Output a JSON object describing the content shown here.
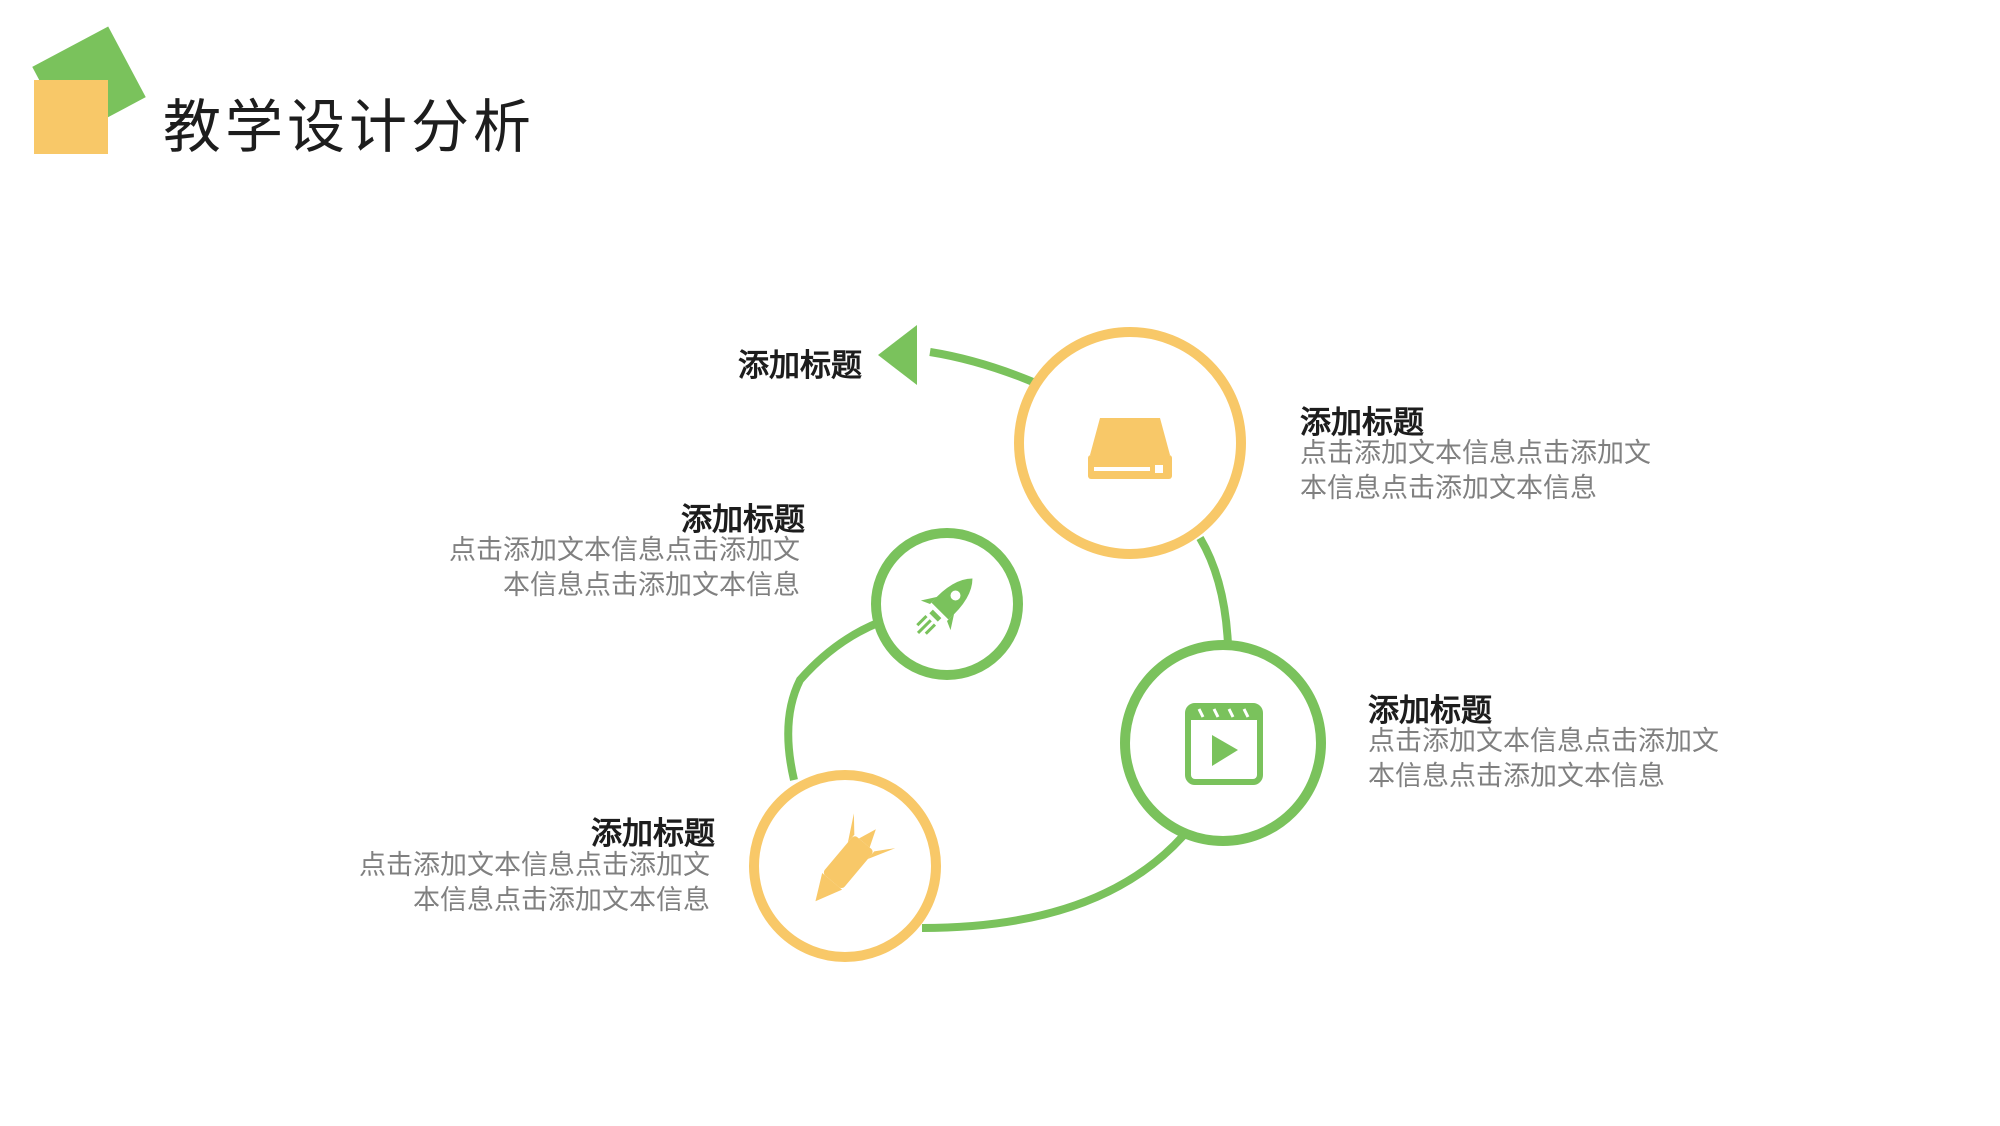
{
  "header": {
    "title": "教学设计分析"
  },
  "diagram": {
    "arrow_label": "添加标题",
    "steps": [
      {
        "title": "添加标题",
        "lines": [
          "点击添加文本信息点击添加文",
          "本信息点击添加文本信息"
        ],
        "icon": "hard-drive-icon",
        "color": "#f8c868"
      },
      {
        "title": "添加标题",
        "lines": [
          "点击添加文本信息点击添加文",
          "本信息点击添加文本信息"
        ],
        "icon": "video-clapper-icon",
        "color": "#7ac25c"
      },
      {
        "title": "添加标题",
        "lines": [
          "点击添加文本信息点击添加文",
          "本信息点击添加文本信息"
        ],
        "icon": "missile-icon",
        "color": "#f8c868"
      },
      {
        "title": "添加标题",
        "lines": [
          "点击添加文本信息点击添加文",
          "本信息点击添加文本信息"
        ],
        "icon": "rocket-icon",
        "color": "#7ac25c"
      }
    ]
  },
  "colors": {
    "green": "#7ac25c",
    "yellow": "#f8c868",
    "title_text": "#1d1d1d",
    "body_text": "#808080"
  }
}
